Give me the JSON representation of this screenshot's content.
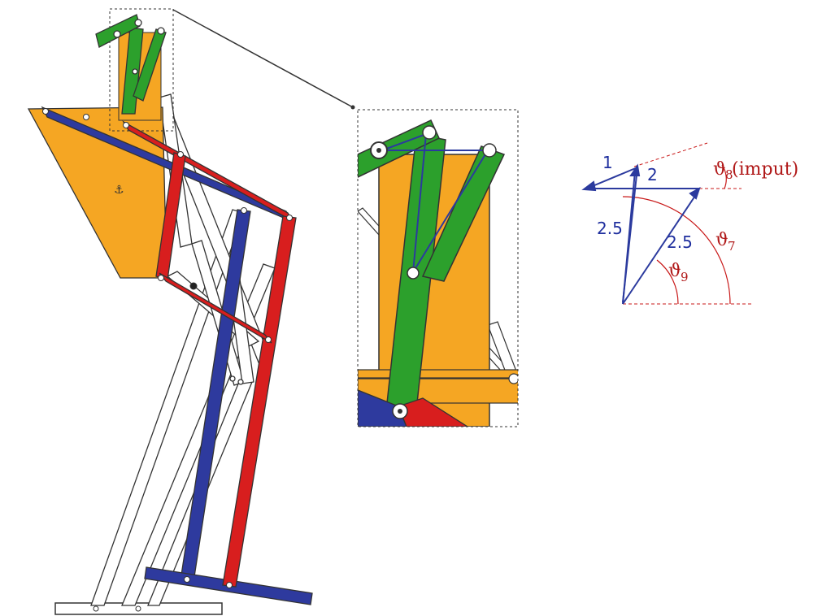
{
  "colors": {
    "orange": "#F5A623",
    "blue": "#2E3A9E",
    "red": "#D81E1E",
    "green": "#2CA02C",
    "outline": "#333333",
    "vector_blue": "#2B3A9E",
    "angle_red": "#C81818"
  },
  "icons": {
    "anchor": "anchor-icon",
    "anchor_glyph": "⚓"
  },
  "vector_diagram": {
    "len_1": "1",
    "len_2": "2",
    "len_left": "2.5",
    "len_right": "2.5",
    "theta8_symbol": "ϑ",
    "theta8_sub": "8",
    "theta8_note": " (imput)",
    "theta7_symbol": "ϑ",
    "theta7_sub": "7",
    "theta9_symbol": "ϑ",
    "theta9_sub": "9"
  }
}
